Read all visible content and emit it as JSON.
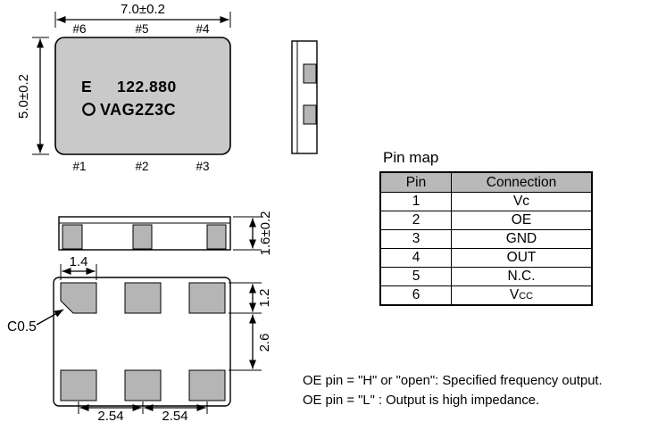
{
  "colors": {
    "package_fill": "#c9c9c9",
    "pad_fill": "#b5b5b5",
    "header_fill": "#b9b9b9",
    "line": "#000000"
  },
  "views": {
    "top": {
      "dim_width": "7.0±0.2",
      "dim_height": "5.0±0.2",
      "pins_top": [
        "#6",
        "#5",
        "#4"
      ],
      "pins_bottom": [
        "#1",
        "#2",
        "#3"
      ],
      "marking": {
        "prefix": "E",
        "frequency": "122.880",
        "model": "VAG2Z3C"
      }
    },
    "front": {
      "dim_thickness": "1.6±0.2"
    },
    "bottom": {
      "dim_pad_width": "1.4",
      "dim_pad_height": "1.2",
      "dim_row_gap": "2.6",
      "dim_pitch_left": "2.54",
      "dim_pitch_right": "2.54",
      "chamfer_label": "C0.5"
    }
  },
  "pin_map": {
    "title": "Pin map",
    "headers": [
      "Pin",
      "Connection"
    ],
    "rows": [
      {
        "pin": "1",
        "connection": "Vc"
      },
      {
        "pin": "2",
        "connection": "OE"
      },
      {
        "pin": "3",
        "connection": "GND"
      },
      {
        "pin": "4",
        "connection": "OUT"
      },
      {
        "pin": "5",
        "connection": "N.C."
      },
      {
        "pin": "6",
        "connection": "V",
        "connection_sub": "CC"
      }
    ]
  },
  "notes": [
    "OE pin = \"H\" or \"open\": Specified frequency output.",
    "OE pin = \"L\" : Output is high impedance."
  ]
}
